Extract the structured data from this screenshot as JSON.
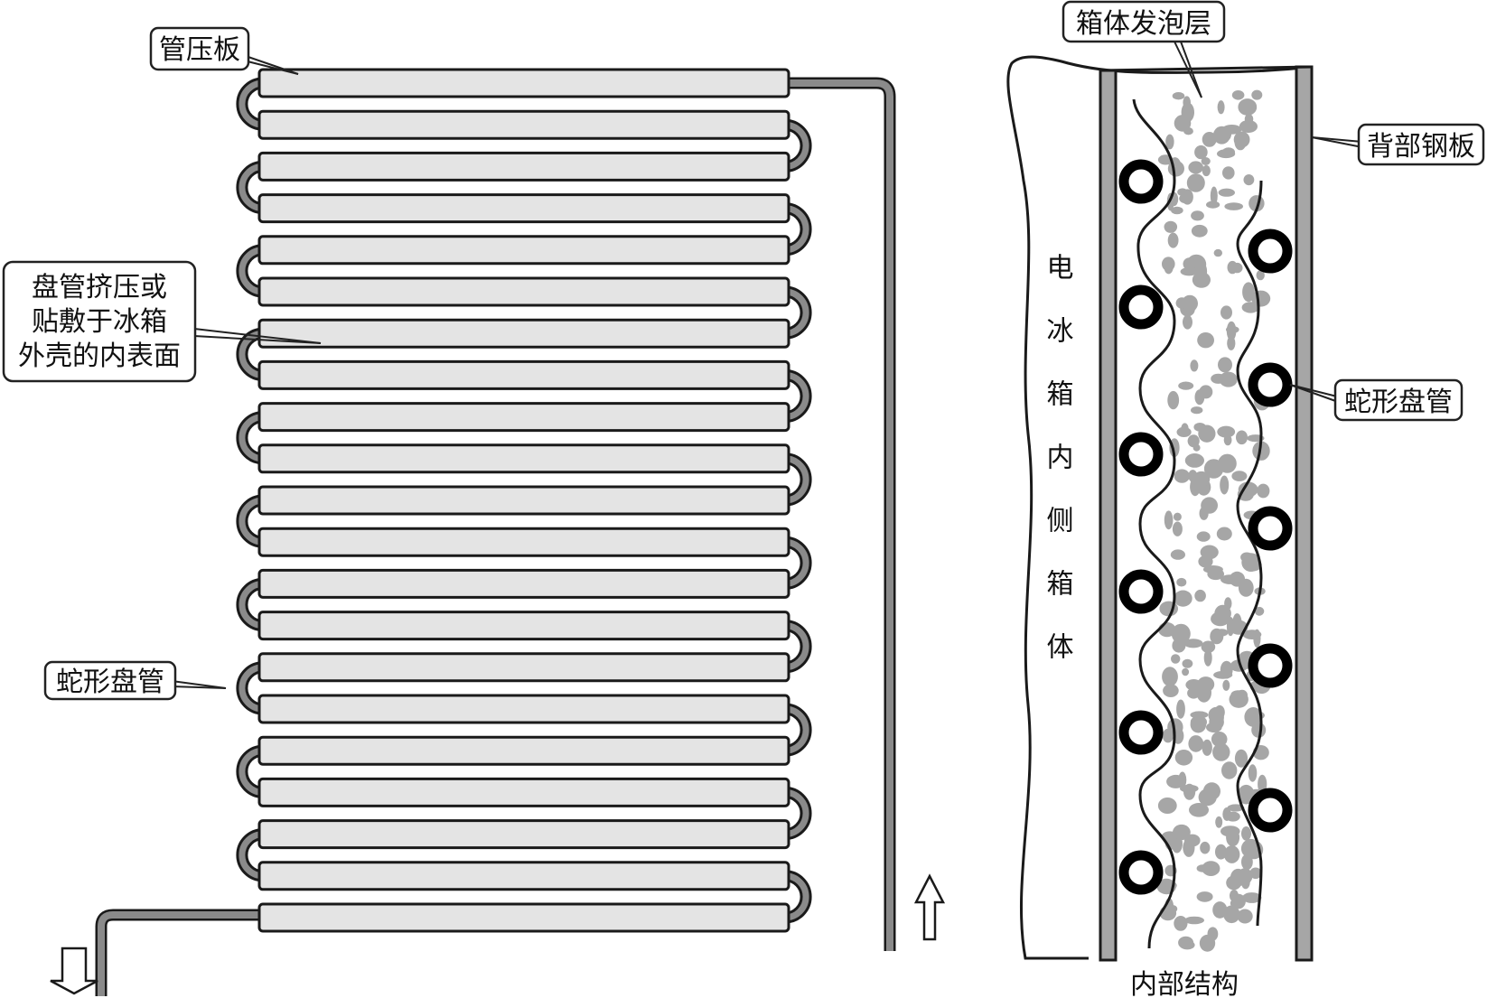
{
  "labels": {
    "pressure_plate": "管压板",
    "coil_attach_1": "盘管挤压或",
    "coil_attach_2": "贴敷于冰箱",
    "coil_attach_3": "外壳的内表面",
    "serpentine_left": "蛇形盘管",
    "foam_layer": "箱体发泡层",
    "back_steel": "背部钢板",
    "serpentine_right": "蛇形盘管",
    "inner_box_vertical": "电冰箱内侧箱体",
    "internal_structure": "内部结构"
  },
  "colors": {
    "tube_fill": "#e4e4e4",
    "bend_fill": "#8a8a8a",
    "foam_dot": "#a6a6a6",
    "line": "#1a1a1a"
  },
  "arrows": {
    "outlet": "down-arrow",
    "inlet": "up-arrow"
  }
}
